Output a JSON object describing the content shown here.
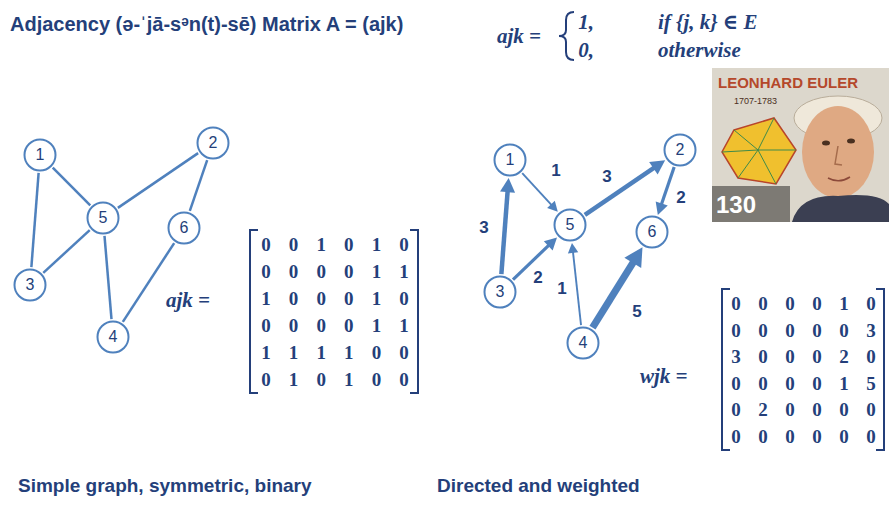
{
  "diagram": {
    "title": "Adjacency (ə-ˈjā-sᵊn(t)-sē) Matrix A = (ajk)",
    "nodes": [
      {
        "text": [
          "1"
        ]
      },
      {
        "text": [
          "2"
        ]
      },
      {
        "text": [
          "3"
        ]
      },
      {
        "text": [
          "4"
        ]
      },
      {
        "text": [
          "5"
        ]
      },
      {
        "text": [
          "6"
        ]
      },
      {
        "text": [
          "1"
        ]
      },
      {
        "text": [
          "2"
        ]
      },
      {
        "text": [
          "3"
        ]
      },
      {
        "text": [
          "4"
        ]
      },
      {
        "text": [
          "5"
        ]
      },
      {
        "text": [
          "6"
        ]
      }
    ],
    "edges": [
      {
        "from": 0,
        "to": 4,
        "arrow": "none"
      },
      {
        "from": 0,
        "to": 2,
        "arrow": "none"
      },
      {
        "from": 1,
        "to": 4,
        "arrow": "none"
      },
      {
        "from": 1,
        "to": 5,
        "arrow": "none"
      },
      {
        "from": 2,
        "to": 4,
        "arrow": "none"
      },
      {
        "from": 3,
        "to": 4,
        "arrow": "none"
      },
      {
        "from": 3,
        "to": 5,
        "arrow": "none"
      },
      {
        "from": 8,
        "to": 6,
        "arrow": "to",
        "label": "3"
      },
      {
        "from": 6,
        "to": 10,
        "arrow": "to",
        "label": "1"
      },
      {
        "from": 8,
        "to": 10,
        "arrow": "to",
        "label": "2"
      },
      {
        "from": 10,
        "to": 7,
        "arrow": "to",
        "label": "3"
      },
      {
        "from": 7,
        "to": 11,
        "arrow": "to",
        "label": "2"
      },
      {
        "from": 9,
        "to": 10,
        "arrow": "to",
        "label": "1"
      },
      {
        "from": 9,
        "to": 11,
        "arrow": "to",
        "label": "5"
      }
    ],
    "labels": [
      "ajk =",
      "1,",
      "if {j, k} ∈ E",
      "0,",
      "otherwise",
      "LEONHARD EULER",
      "1707-1783",
      "130",
      "ajk =",
      "0",
      "0",
      "1",
      "0",
      "1",
      "0",
      "0",
      "0",
      "0",
      "0",
      "1",
      "1",
      "1",
      "0",
      "0",
      "0",
      "1",
      "0",
      "0",
      "0",
      "0",
      "0",
      "1",
      "1",
      "1",
      "1",
      "1",
      "1",
      "0",
      "0",
      "0",
      "1",
      "0",
      "1",
      "0",
      "0",
      "wjk =",
      "0",
      "0",
      "0",
      "0",
      "1",
      "0",
      "0",
      "0",
      "0",
      "0",
      "0",
      "3",
      "3",
      "0",
      "0",
      "0",
      "2",
      "0",
      "0",
      "0",
      "0",
      "0",
      "1",
      "5",
      "0",
      "2",
      "0",
      "0",
      "0",
      "0",
      "0",
      "0",
      "0",
      "0",
      "0",
      "0",
      "Simple graph, symmetric, binary",
      "Directed and weighted"
    ]
  }
}
